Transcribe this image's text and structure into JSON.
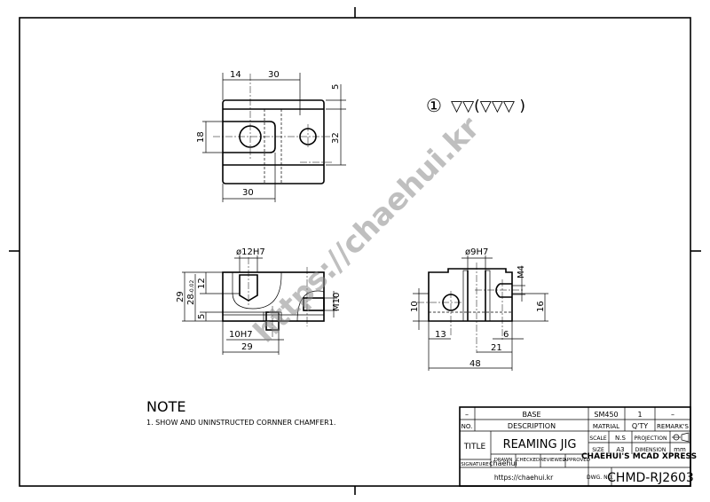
{
  "top_view": {
    "dims": [
      "14",
      "30",
      "5",
      "32",
      "18",
      "30"
    ]
  },
  "surface_finish": {
    "number": "①",
    "symbol": "▽▽(▽▽▽ )"
  },
  "front_view": {
    "dims": [
      "ø12H7",
      "29",
      "28",
      "12",
      "5",
      "10H7",
      "29",
      "M10"
    ],
    "tolerance": "-0.02"
  },
  "side_view": {
    "dims": [
      "ø9H7",
      "M4",
      "16",
      "10",
      "13",
      "6",
      "21",
      "48"
    ]
  },
  "watermark": "https://chaehui.kr",
  "note": {
    "title": "NOTE",
    "text": "1. SHOW AND UNINSTRUCTED CORNNER CHAMFER1."
  },
  "title_block": {
    "part_no": "–",
    "part_name": "BASE",
    "material": "SM450",
    "qty": "1",
    "remarks": "–",
    "h_no": "NO.",
    "h_description": "DESCRIPTION",
    "h_material": "MATRIAL",
    "h_qty": "Q'TY",
    "h_remarks": "REMARK'S",
    "title_label": "TITLE",
    "title": "REAMING JIG",
    "scale_label": "SCALE",
    "scale": "N.S",
    "projection_label": "PROJECTION",
    "projection_symbol": "third-angle-projection-icon",
    "size_label": "SIZE",
    "size": "A3",
    "dimension_label": "DIMENSION",
    "dimension": "mm",
    "drawn": "DRAWN",
    "checked": "CHECKED",
    "reviewed": "REVIEWED",
    "approved": "APPROVED",
    "signature_label": "SIGNATURE",
    "signature": "chaehui",
    "company": "CHAEHUI'S MCAD XPRESS",
    "url": "https://chaehui.kr",
    "dwg_no_label": "DWG. NO.",
    "dwg_no": "CHMD-RJ2603"
  }
}
